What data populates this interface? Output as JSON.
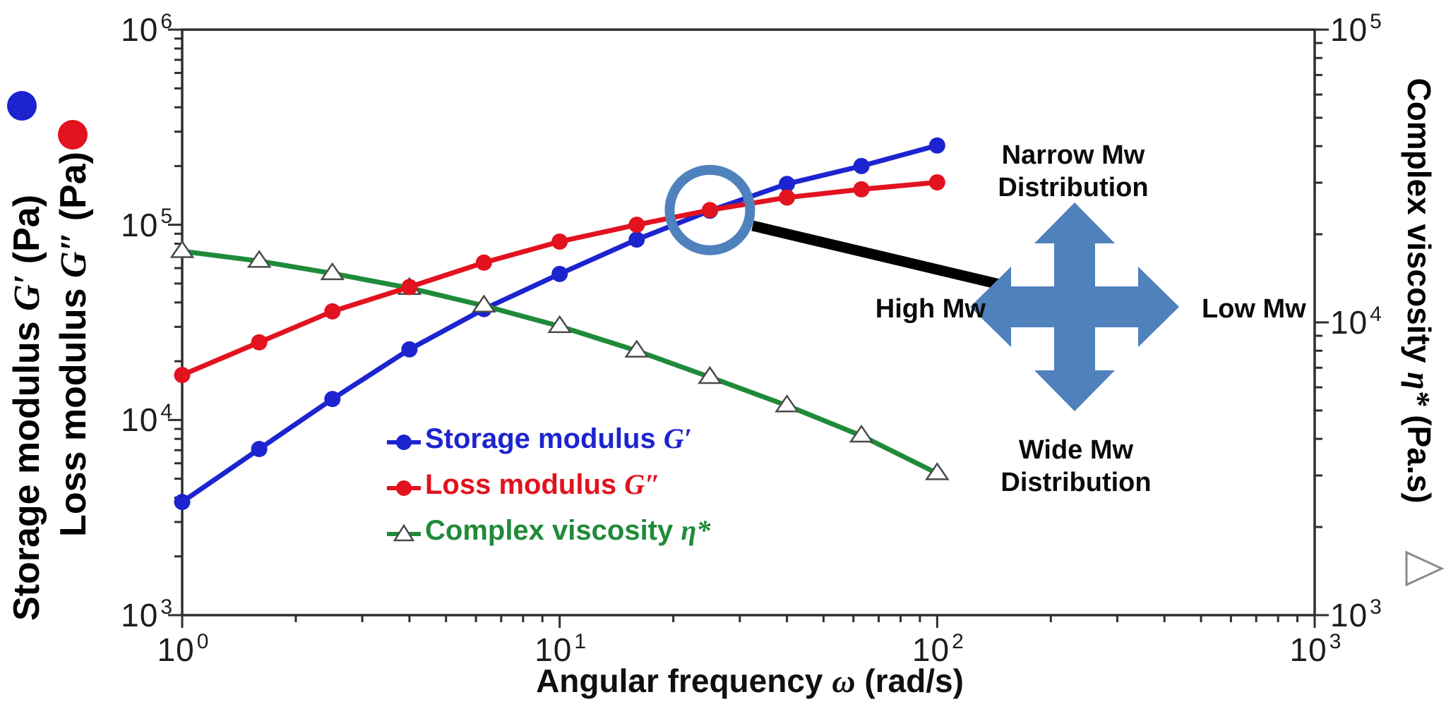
{
  "figure": {
    "background": "#ffffff"
  },
  "axes": {
    "x": {
      "title_pre": "Angular frequency ",
      "title_sym": "ω",
      "title_post": " (rad/s)",
      "tick_labels": [
        "10^0",
        "10^1",
        "10^2",
        "10^3"
      ],
      "log_range": [
        0,
        3
      ]
    },
    "y_left": {
      "tick_labels": [
        "10^6",
        "10^5",
        "10^4",
        "10^3"
      ],
      "log_range": [
        3,
        6
      ]
    },
    "y_right": {
      "tick_labels": [
        "10^5",
        "10^4",
        "10^3"
      ],
      "log_range": [
        3,
        5
      ]
    }
  },
  "side_labels": {
    "storage": {
      "pre": "Storage modulus ",
      "sym": "G′",
      "post": " (Pa)",
      "color": "#1b1fb4"
    },
    "loss": {
      "pre": "Loss modulus ",
      "sym": "G″",
      "post": " (Pa)",
      "color": "#d81420"
    },
    "complex": {
      "pre": "Complex viscosity ",
      "sym": "η*",
      "post": " (Pa.s)",
      "color": "#1f8b39"
    }
  },
  "legend": {
    "entries": [
      {
        "id": "storage",
        "pre": "Storage modulus ",
        "sym": "G′",
        "color": "#1c24cf",
        "marker": "circle"
      },
      {
        "id": "loss",
        "pre": "Loss modulus ",
        "sym": "G″",
        "color": "#e2121f",
        "marker": "circle"
      },
      {
        "id": "complex",
        "pre": "Complex viscosity ",
        "sym": "η*",
        "color": "#1f8b39",
        "marker": "triangle-open"
      }
    ]
  },
  "annotations": {
    "narrow_line1": "Narrow Mw",
    "narrow_line2": "Distribution",
    "wide_line1": "Wide Mw",
    "wide_line2": "Distribution",
    "high": "High Mw",
    "low": "Low Mw",
    "arrow_color": "#4f81bd",
    "ring_color": "#4f81bd",
    "connector_color": "#000000",
    "ring_marks": {
      "x": 25,
      "value": 119000
    }
  },
  "chart_data": {
    "type": "line",
    "title": "",
    "xlabel": "Angular frequency ω (rad/s)",
    "ylabel_left": "Storage modulus G′ (Pa) / Loss modulus G″ (Pa)",
    "ylabel_right": "Complex viscosity η* (Pa.s)",
    "x_scale": "log",
    "y_scale": "log",
    "grid": false,
    "legend_position": "inside-bottom-left",
    "x_range": [
      1,
      1000
    ],
    "y_left_range": [
      1000,
      1000000
    ],
    "y_right_range": [
      1000,
      100000
    ],
    "x": [
      1,
      1.6,
      2.5,
      4,
      6.3,
      10,
      16,
      25,
      40,
      63,
      100
    ],
    "series": [
      {
        "name": "Storage modulus G′ (Pa)",
        "axis": "left",
        "color": "#1c24cf",
        "marker": "circle",
        "values": [
          3800,
          7100,
          12800,
          23000,
          37000,
          56000,
          84000,
          118000,
          162000,
          200000,
          255000
        ]
      },
      {
        "name": "Loss modulus G″ (Pa)",
        "axis": "left",
        "color": "#e2121f",
        "marker": "circle",
        "values": [
          17000,
          25000,
          36000,
          48000,
          64000,
          82000,
          100000,
          119000,
          138000,
          152000,
          165000
        ]
      },
      {
        "name": "Complex viscosity η* (Pa.s)",
        "axis": "right",
        "color": "#1f8b39",
        "marker": "triangle-open",
        "values": [
          17500,
          16200,
          14700,
          13100,
          11400,
          9700,
          8000,
          6500,
          5200,
          4100,
          3050
        ]
      }
    ],
    "crossover_point": {
      "x": 25,
      "value": 119000
    }
  }
}
